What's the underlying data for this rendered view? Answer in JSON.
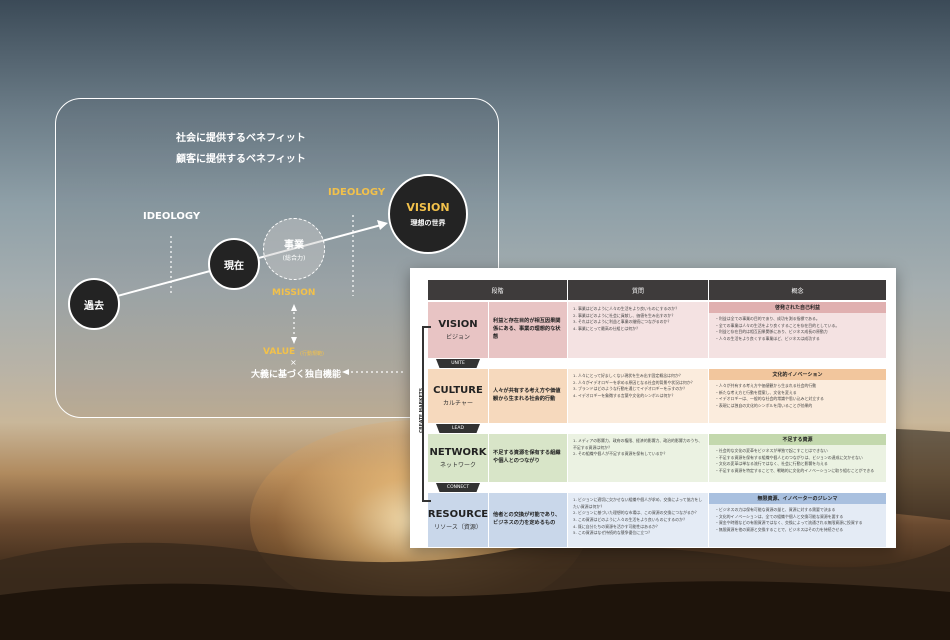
{
  "colors": {
    "accent_yellow": "#f2c14b",
    "vision_bg": "#e8c4c4",
    "culture_bg": "#f6d9bd",
    "network_bg": "#d8e5c8",
    "resource_bg": "#c9d7ea"
  },
  "diagram": {
    "benefit_society": "社会に提供するベネフィット",
    "benefit_customer": "顧客に提供するベネフィット",
    "ideology_left": "IDEOLOGY",
    "ideology_right": "IDEOLOGY",
    "vision_circle": {
      "title": "VISION",
      "sub": "理想の世界"
    },
    "business_circle": {
      "title": "事業",
      "sub": "(総合力)"
    },
    "present_circle": "現在",
    "past_circle": "過去",
    "mission": "MISSION",
    "value": "VALUE",
    "value_sub": "(行動規範)",
    "times": "×",
    "unique_function": "大義に基づく独自機能"
  },
  "table": {
    "headers": [
      "段階",
      "質問",
      "概念"
    ],
    "side_label": "CREATE MARKETS",
    "connectors": [
      "UNITE",
      "LEAD",
      "CONNECT"
    ],
    "rows": [
      {
        "en": "VISION",
        "ja": "ビジョン",
        "stage": "利益と存在目的が相互因果関係にある、事業の理想的な状態",
        "questions": [
          "1. 事業はどのように人々の生活をより良いものにするのか？",
          "2. 事業はどのように社会に貢献し、価値を生み出すのか？",
          "3. それはどのように利益と事業の継続につながるのか？",
          "4. 事業にとって最高の仕組とは何か？"
        ],
        "concept_title": "啓発された自己利益",
        "concepts": [
          "・利益は全ての事業の目的であり、成功を測る指標である。",
          "・全ての事業は人々の生活をより良くすることを存在目的としている。",
          "・利益と存在目的は相互因果関係にあり、ビジネス成長の原動力",
          "・人々の生活をより良くする事業ほど、ビジネスは成功する"
        ]
      },
      {
        "en": "CULTURE",
        "ja": "カルチャー",
        "stage": "人々が共有する考え方や価値観から生まれる社会的行動",
        "questions": [
          "1. 人々にとって好ましくない現状を生み出す固定概念は何か？",
          "2. 人々がイデオロギーを求める原因となる社会的背景や状況は何か？",
          "3. ブランドはどのような行動を通じてイデオロギーを示すのか？",
          "4. イデオロギーを象徴する言葉や文化的シンボルは何か？"
        ],
        "concept_title": "文化的イノベーション",
        "concepts": [
          "・人々が共有する考え方や価値観から生まれる社会的行動",
          "・新たな考え方と行動を提案し、文化を変える",
          "・イデオロギーは、一般的な社会的常識や思い込みと対立する",
          "・表現には独自の文化的シンボルを用いることが効果的"
        ]
      },
      {
        "en": "NETWORK",
        "ja": "ネットワーク",
        "stage": "不足する資源を保有する組織や個人とのつながり",
        "questions": [
          "1. メディアの影響力、政府の権限、経済的影響力、政治的影響力のうち、不足する資源は何か？",
          "2. その組織や個人が不足する資源を保有しているか？"
        ],
        "concept_title": "不足する資源",
        "concepts": [
          "・社会的な文化の変革をビジネスが単独で起こすことはできない",
          "・不足する資源を保有する組織や個人とのつながりは、ビジョンの達成に欠かせない",
          "・文化の変革は単なる流行ではなく、社会に行動と影響を与える",
          "・不足する資源を特定することで、戦略的に文化的イノベーションに取り組むことができる"
        ]
      },
      {
        "en": "RESOURCE",
        "ja": "リソース（資源）",
        "stage": "他者との交換が可能であり、ビジネスの力を定めるもの",
        "questions": [
          "1. ビジョンに適切に欠かせない組織や個人が求め、交換によって協力をしたい資源は何か？",
          "2. ビジョンに基づいた理想的な市場は、この資源の交換につながるか？",
          "3. この資源はどのように人々の生活をより良いものにするのか？",
          "4. 既に自分たちの資源を活かす可能性はあるか？",
          "5. この資源はなぜ持続的な競争優位に立つ？"
        ],
        "concept_title": "無限資源、イノベーターのジレンマ",
        "concepts": [
          "・ビジネスの力は保有可能な資源の量と、資源に対する需要で決まる",
          "・文化的イノベーションは、全ての組織や個人と交換可能な資源を要する",
          "・資金や時間などの有限資源ではなく、交換によって流通される無限資源に投資する",
          "・無限資源を他の資源と交換することで、ビジネスはその力を持続させる"
        ]
      }
    ]
  }
}
